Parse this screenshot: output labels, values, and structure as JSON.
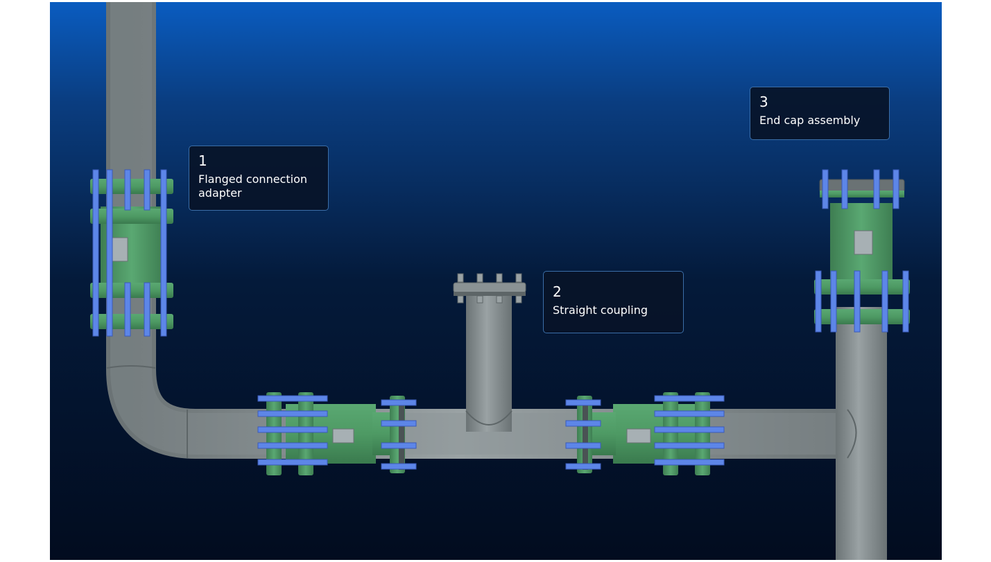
{
  "colors": {
    "background_top": "#0a5cc0",
    "background_bottom": "#020c1f",
    "pipe": "#8a9294",
    "flange": "#4e9a64",
    "bolt": "#5d86e8",
    "callout_bg": "#0c1a30",
    "callout_border": "#3b6ea8"
  },
  "callouts": [
    {
      "number": "1",
      "label": "Flanged connection adapter"
    },
    {
      "number": "2",
      "label": "Straight coupling"
    },
    {
      "number": "3",
      "label": "End cap assembly"
    }
  ]
}
